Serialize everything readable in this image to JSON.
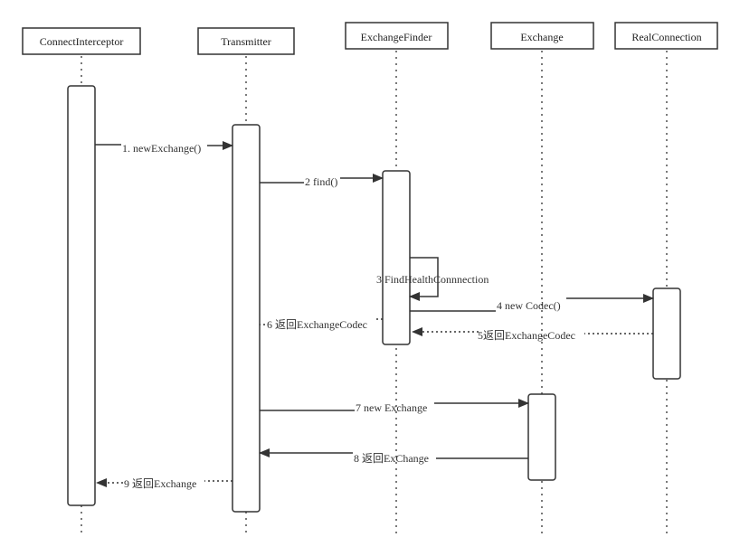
{
  "participants": [
    {
      "id": "connect",
      "name": "ConnectInterceptor"
    },
    {
      "id": "transmitter",
      "name": "Transmitter"
    },
    {
      "id": "finder",
      "name": "ExchangeFinder"
    },
    {
      "id": "exchange",
      "name": "Exchange"
    },
    {
      "id": "realconn",
      "name": "RealConnection"
    }
  ],
  "messages": [
    {
      "id": "m1",
      "label": "1. newExchange()",
      "from": "connect",
      "to": "transmitter",
      "style": "sync"
    },
    {
      "id": "m2",
      "label": "2 find()",
      "from": "transmitter",
      "to": "finder",
      "style": "sync"
    },
    {
      "id": "m3",
      "label": "3 FindHealthConnnection",
      "from": "finder",
      "to": "finder",
      "style": "self"
    },
    {
      "id": "m4",
      "label": "4 new Codec()",
      "from": "finder",
      "to": "realconn",
      "style": "sync"
    },
    {
      "id": "m5",
      "label": "5返回ExchangeCodec",
      "from": "realconn",
      "to": "finder",
      "style": "return"
    },
    {
      "id": "m6",
      "label": "6 返回ExchangeCodec",
      "from": "finder",
      "to": "transmitter",
      "style": "return"
    },
    {
      "id": "m7",
      "label": "7 new Exchange",
      "from": "transmitter",
      "to": "exchange",
      "style": "sync"
    },
    {
      "id": "m8",
      "label": "8 返回ExChange",
      "from": "exchange",
      "to": "transmitter",
      "style": "sync"
    },
    {
      "id": "m9",
      "label": "9 返回Exchange",
      "from": "transmitter",
      "to": "connect",
      "style": "return"
    }
  ],
  "colors": {
    "line": "#333333",
    "box_fill": "#ffffff",
    "text": "#222222"
  }
}
